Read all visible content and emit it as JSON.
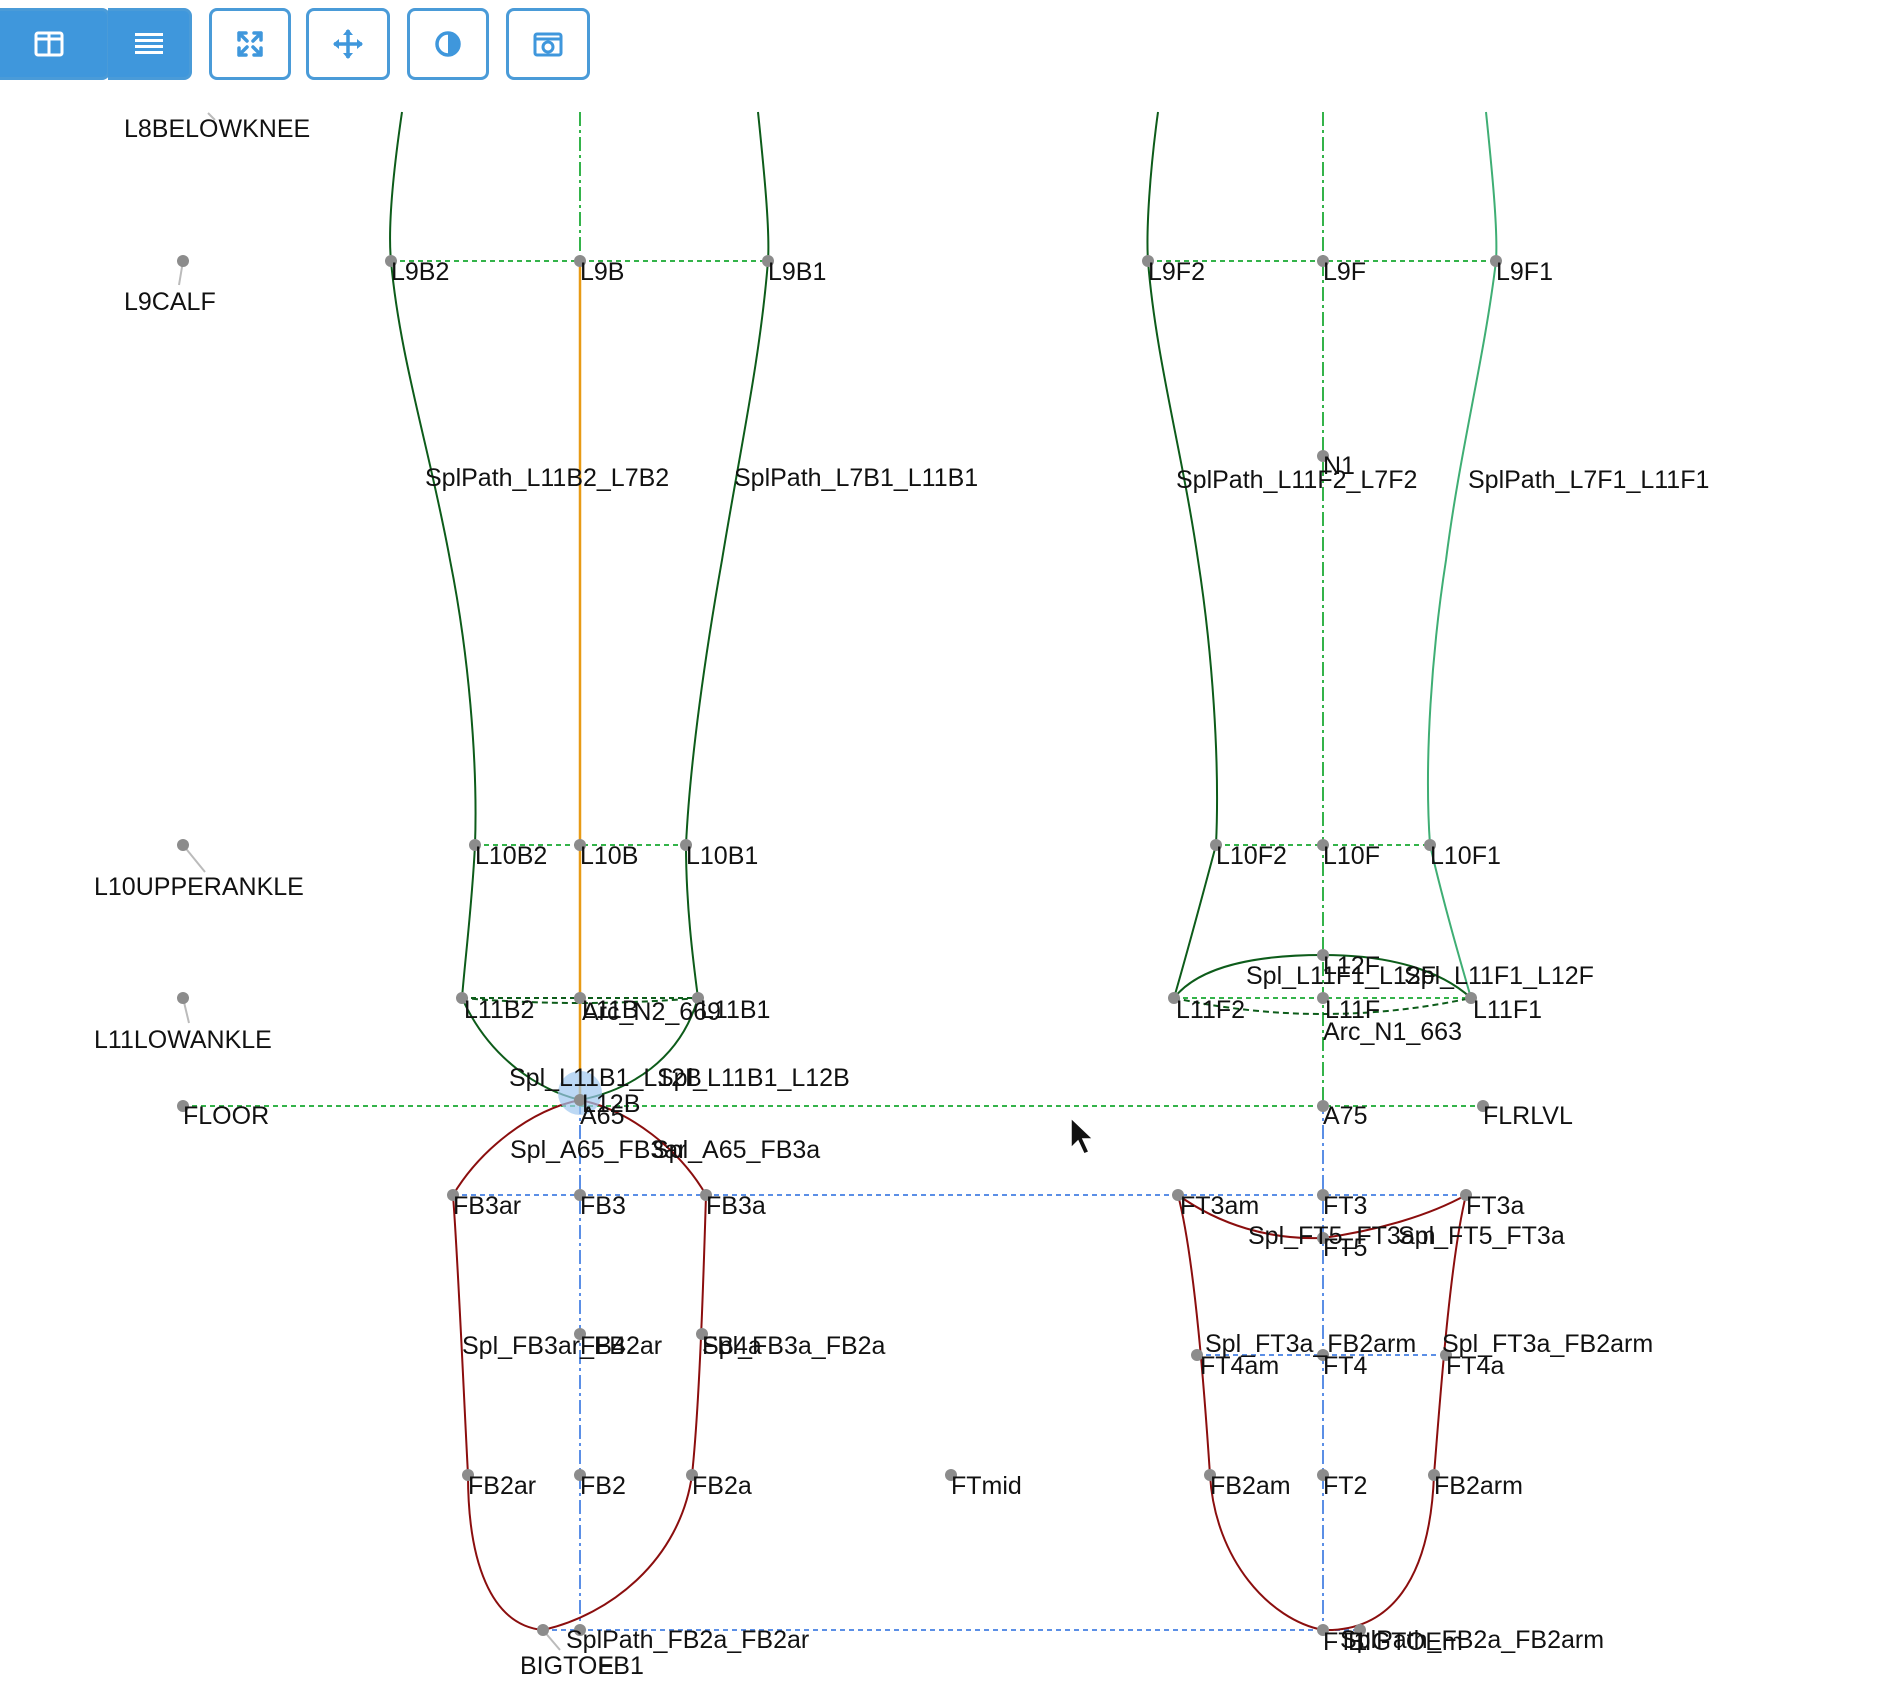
{
  "toolbar": {
    "buttons": [
      {
        "name": "split-view-icon",
        "active": true
      },
      {
        "name": "list-view-icon",
        "active": true
      },
      {
        "name": "fit-to-screen-icon",
        "active": false
      },
      {
        "name": "pan-move-icon",
        "active": false
      },
      {
        "name": "contrast-icon",
        "active": false
      },
      {
        "name": "screenshot-icon",
        "active": false
      }
    ]
  },
  "canvas": {
    "colors": {
      "path_green": "#0d5c1a",
      "path_light_green": "#3fae74",
      "path_red": "#8b0e0e",
      "axis_orange": "#e89a14",
      "axis_green": "#34b34a",
      "axis_blue": "#5b8fe6",
      "point": "#8c8c8c",
      "highlight": "#9fc8f0"
    },
    "labels": {
      "l8belowknee": "L8BELOWKNEE",
      "l9calf": "L9CALF",
      "l10upperankle": "L10UPPERANKLE",
      "l11lowankle": "L11LOWANKLE",
      "floor": "FLOOR",
      "l9b2": "L9B2",
      "l9b": "L9B",
      "l9b1": "L9B1",
      "l9f2": "L9F2",
      "l9f": "L9F",
      "l9f1": "L9F1",
      "splpath_l11b2_l7b2": "SplPath_L11B2_L7B2",
      "splpath_l7b1_l11b1": "SplPath_L7B1_L11B1",
      "n1": "N1",
      "splpath_l11f2_l7f2": "SplPath_L11F2_L7F2",
      "splpath_l7f1_l11f1": "SplPath_L7F1_L11F1",
      "l10b2": "L10B2",
      "l10b": "L10B",
      "l10b1": "L10B1",
      "l10f2": "L10F2",
      "l10f": "L10F",
      "l10f1": "L10F1",
      "l12f": "L12F",
      "spl_l11f1_l12f_a": "Spl_L11F1_L12F",
      "spl_l11f1_l12f_b": "Spl_L11F1_L12F",
      "l11b2": "L11B2",
      "l11b": "L11B",
      "arc_n2_669": "Arc_N2_669",
      "l11b1": "L11B1",
      "l11f2": "L11F2",
      "l11f": "L11F",
      "l11f1": "L11F1",
      "arc_n1_663": "Arc_N1_663",
      "spl_l11b1_l12b_a": "Spl_L11B1_L12B",
      "spl_l11b1_l12b_b": "Spl_L11B1_L12B",
      "l12b": "L12B",
      "a65": "A65",
      "a75": "A75",
      "flrlvl": "FLRLVL",
      "spl_a65_fb3ar": "Spl_A65_FB3ar",
      "spl_a65_fb3a": "Spl_A65_FB3a",
      "fb3ar": "FB3ar",
      "fb3": "FB3",
      "fb3a": "FB3a",
      "ft3am": "FT3am",
      "ft3": "FT3",
      "ft3a": "FT3a",
      "spl_ft5_ft3am": "Spl_FT5_FT3am",
      "spl_ft5_ft3a": "Spl_FT5_FT3a",
      "ft5": "FT5",
      "spl_fb3ar_fb2ar": "Spl_FB3ar_FB2ar",
      "fb4": "FB4",
      "spl_fb3a_fb2a": "Spl_FB3a_FB2a",
      "fb4a": "FB4a",
      "spl_ft3a_fb2arm_a": "Spl_FT3a_FB2arm",
      "spl_ft3a_fb2arm_b": "Spl_FT3a_FB2arm",
      "ft4am": "FT4am",
      "ft4": "FT4",
      "ft4a": "FT4a",
      "fb2ar": "FB2ar",
      "fb2": "FB2",
      "fb2a": "FB2a",
      "ftmid": "FTmid",
      "fb2am": "FB2am",
      "ft2": "FT2",
      "fb2arm": "FB2arm",
      "splpath_fb2a_fb2ar": "SplPath_FB2a_FB2ar",
      "bigtoe": "BIGTOE",
      "fb1": "FB1",
      "ft1": "FT1",
      "bigtoem": "BIGTOEm",
      "splpath_fb2a_fb2arm": "SplPath_FB2a_FB2arm"
    }
  }
}
